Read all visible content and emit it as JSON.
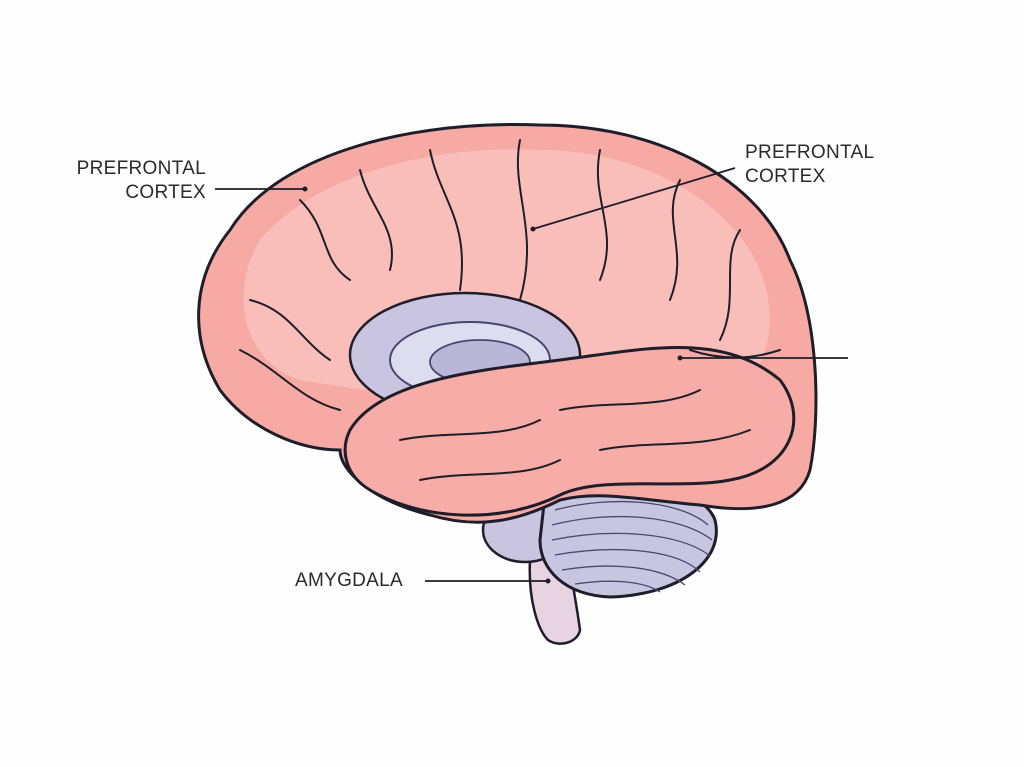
{
  "labels": {
    "left": {
      "line1": "PREFRONTAL",
      "line2": "CORTEX"
    },
    "right": {
      "line1": "PREFRONTAL",
      "line2": "CORTEX"
    },
    "bottom": "AMYGDALA"
  },
  "colors": {
    "cortex": "#f7a9a4",
    "cortex_light": "#fbc8c3",
    "limbic": "#b9b6d8",
    "outline": "#1e1e2a",
    "brainstem": "#e8d3e0"
  }
}
